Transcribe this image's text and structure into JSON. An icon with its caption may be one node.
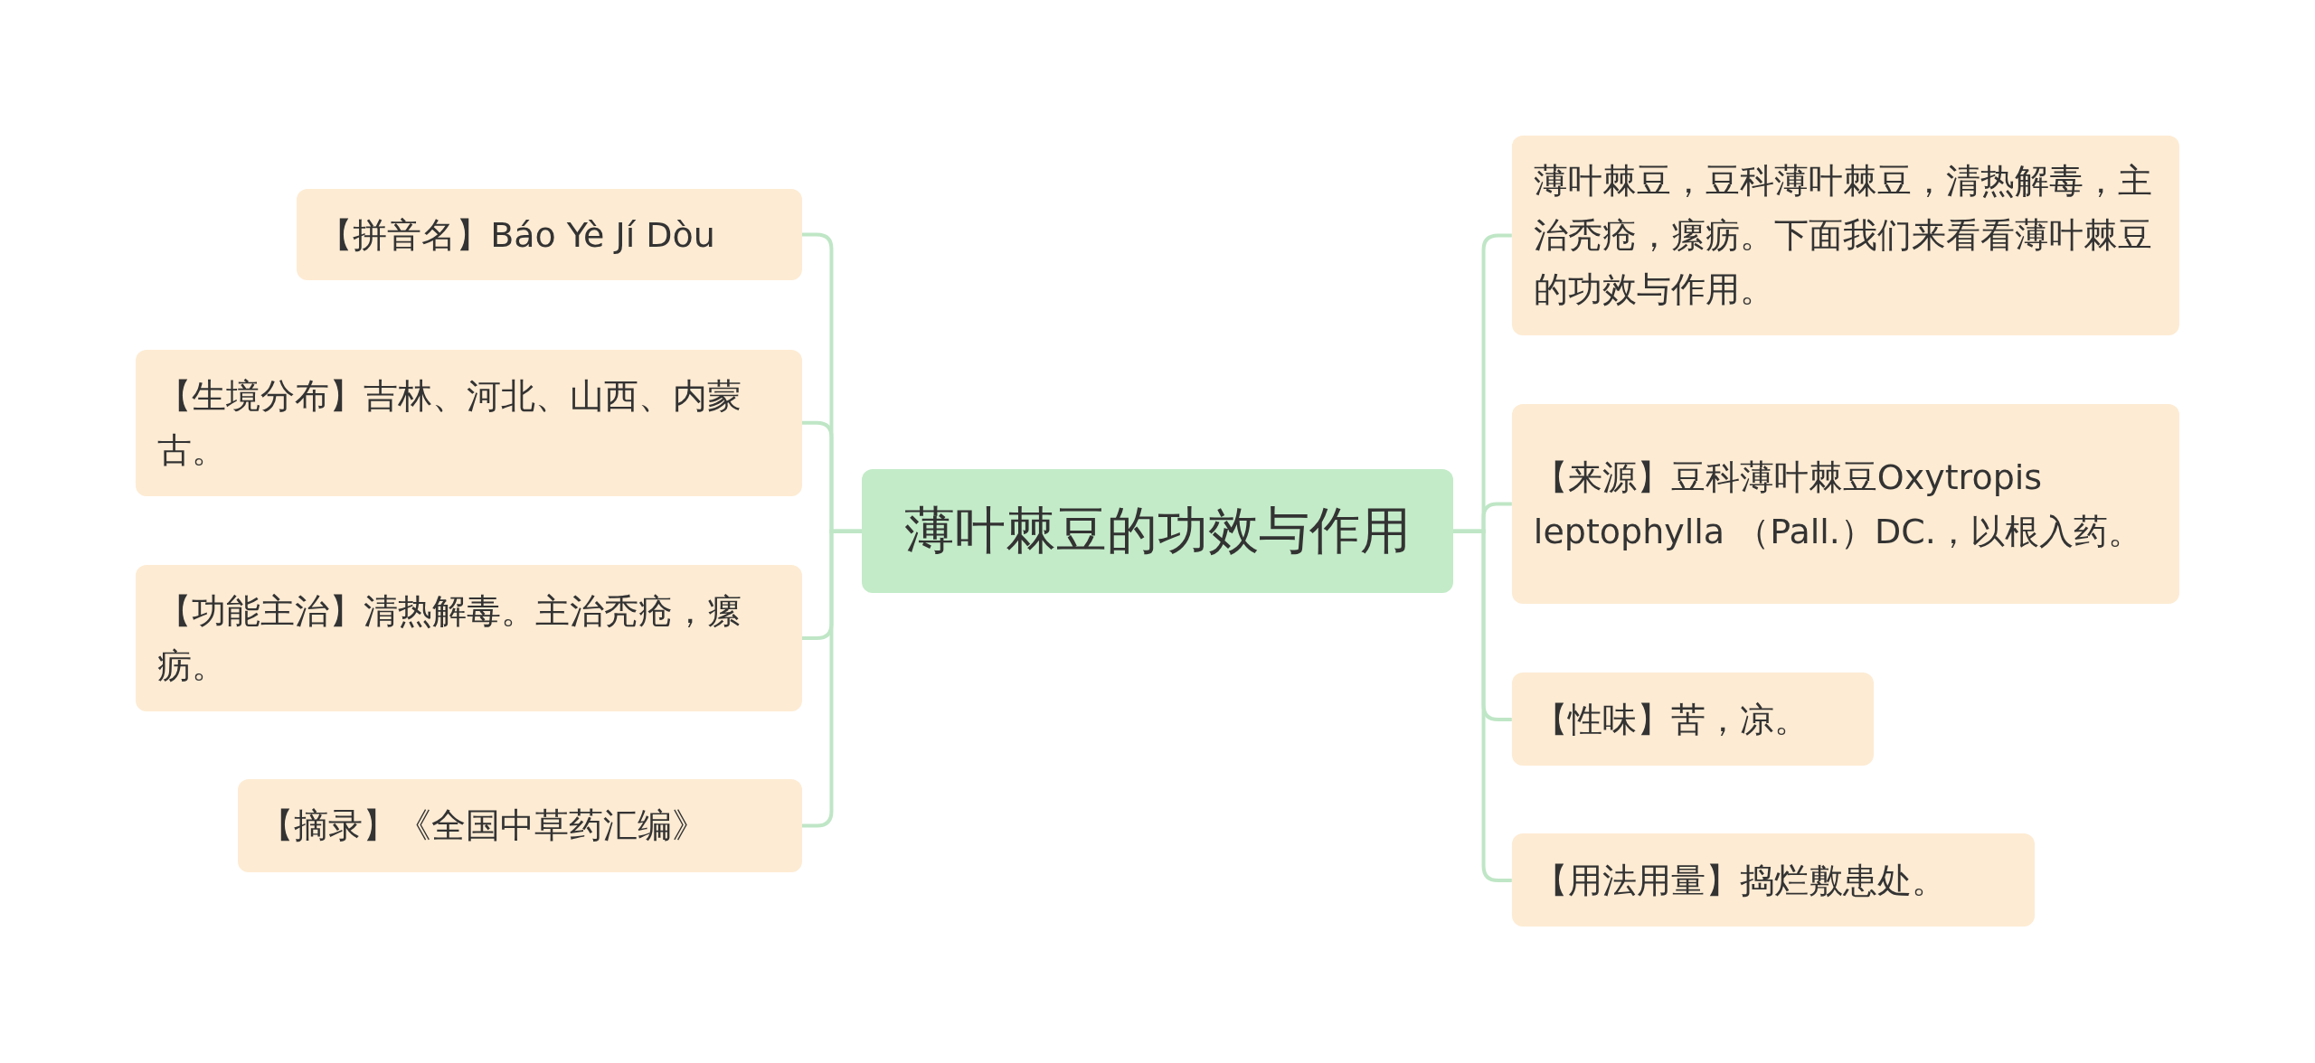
{
  "diagram": {
    "nodes": [
      {
        "text": [
          "薄叶棘豆的功效与作用"
        ]
      },
      {
        "text": [
          "【拼音名】Báo Yè Jí Dòu"
        ]
      },
      {
        "text": [
          "【生境分布】吉林、河北、山西、内蒙古。"
        ]
      },
      {
        "text": [
          "【功能主治】清热解毒。主治秃疮，瘰疬。"
        ]
      },
      {
        "text": [
          "【摘录】《全国中草药汇编》"
        ]
      },
      {
        "text": [
          "薄叶棘豆，豆科薄叶棘豆，清热解毒，主治秃疮，瘰疬。下面我们来看看薄叶棘豆的功效与作用。"
        ]
      },
      {
        "text": [
          "【来源】豆科薄叶棘豆Oxytropis leptophylla （Pall.）DC.，以根入药。"
        ]
      },
      {
        "text": [
          "【性味】苦，凉。"
        ]
      },
      {
        "text": [
          "【用法用量】捣烂敷患处。"
        ]
      }
    ],
    "edges": [
      {
        "from": 0,
        "to": 1,
        "arrow": "none"
      },
      {
        "from": 0,
        "to": 2,
        "arrow": "none"
      },
      {
        "from": 0,
        "to": 3,
        "arrow": "none"
      },
      {
        "from": 0,
        "to": 4,
        "arrow": "none"
      },
      {
        "from": 0,
        "to": 5,
        "arrow": "none"
      },
      {
        "from": 0,
        "to": 6,
        "arrow": "none"
      },
      {
        "from": 0,
        "to": 7,
        "arrow": "none"
      },
      {
        "from": 0,
        "to": 8,
        "arrow": "none"
      }
    ]
  }
}
